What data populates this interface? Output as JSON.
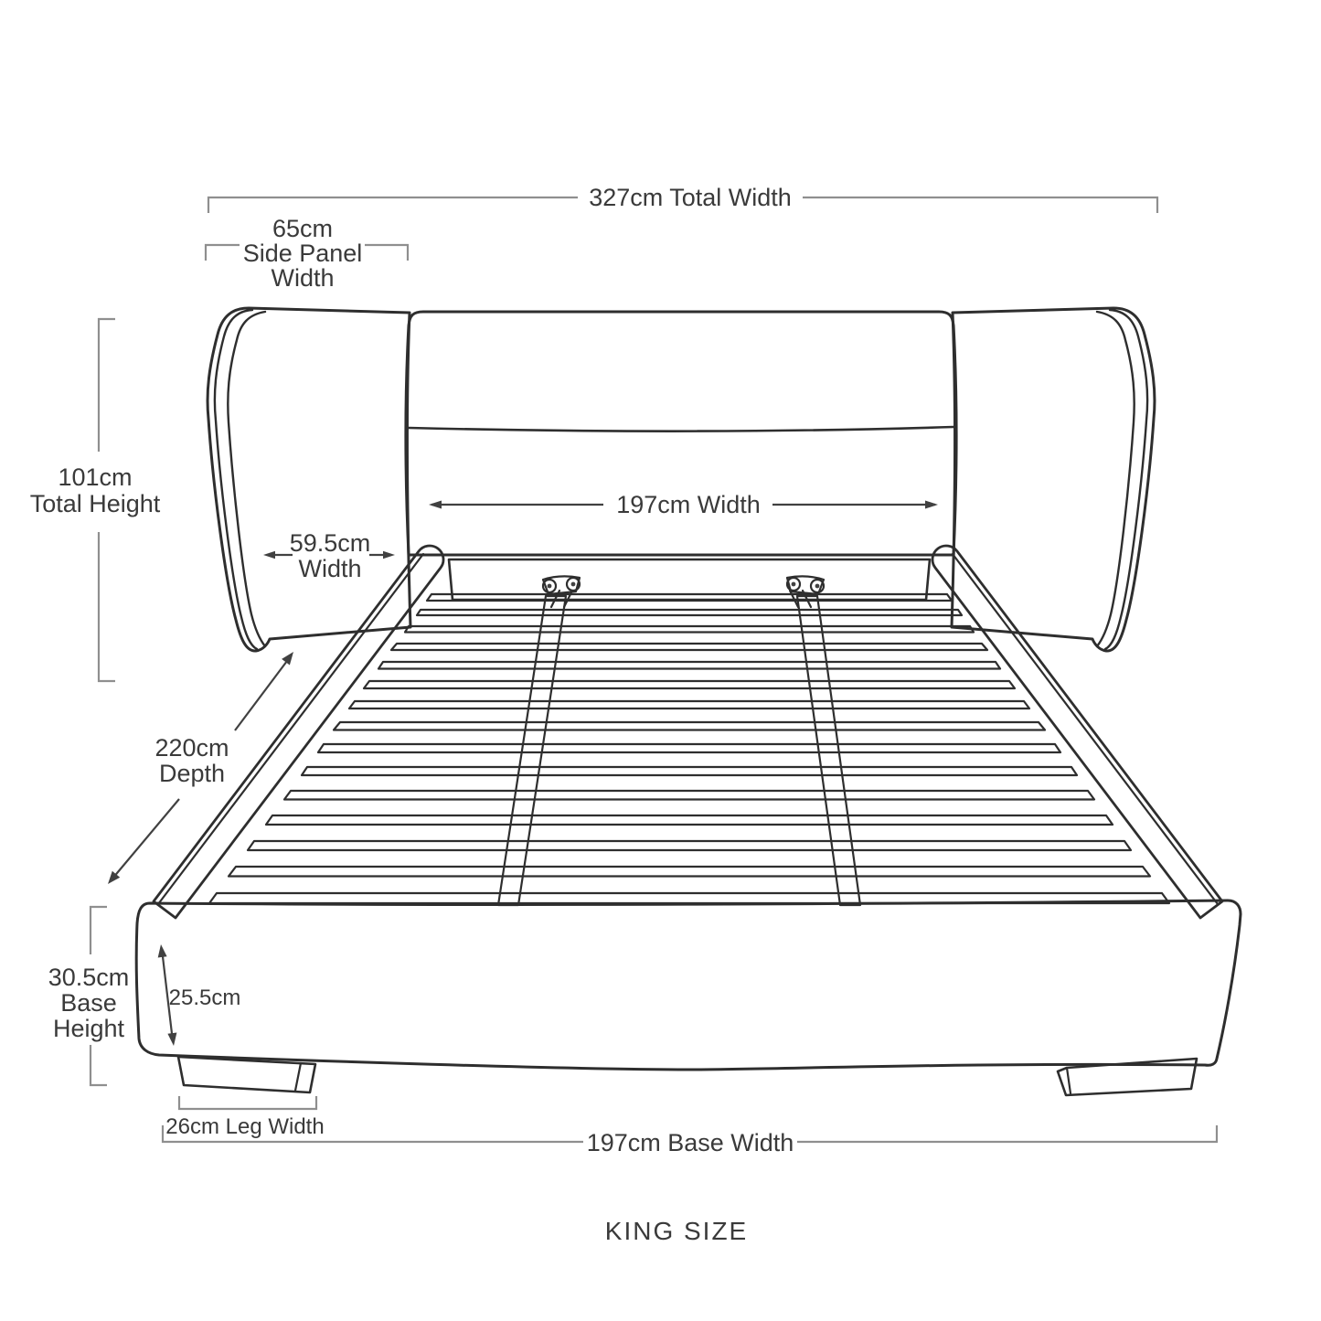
{
  "diagram": {
    "title": "KING SIZE",
    "annotations": {
      "total_width": {
        "label": "327cm Total Width"
      },
      "side_panel_width": {
        "line1": "65cm",
        "line2": "Side Panel",
        "line3": "Width"
      },
      "total_height": {
        "line1": "101cm",
        "line2": "Total Height"
      },
      "headboard_width": {
        "label": "197cm Width"
      },
      "panel_face_width": {
        "line1": "59.5cm",
        "line2": "Width"
      },
      "depth": {
        "line1": "220cm",
        "line2": "Depth"
      },
      "base_height": {
        "line1": "30.5cm",
        "line2": "Base",
        "line3": "Height"
      },
      "leg_front_height": {
        "label": "25.5cm"
      },
      "leg_width": {
        "label": "26cm Leg Width"
      },
      "base_width": {
        "label": "197cm Base Width"
      }
    },
    "colors": {
      "line": "#2e2e2e",
      "dimension_bracket": "#8f8f8f",
      "arrow": "#414141",
      "text": "#3a3a3a",
      "background": "#ffffff"
    }
  }
}
